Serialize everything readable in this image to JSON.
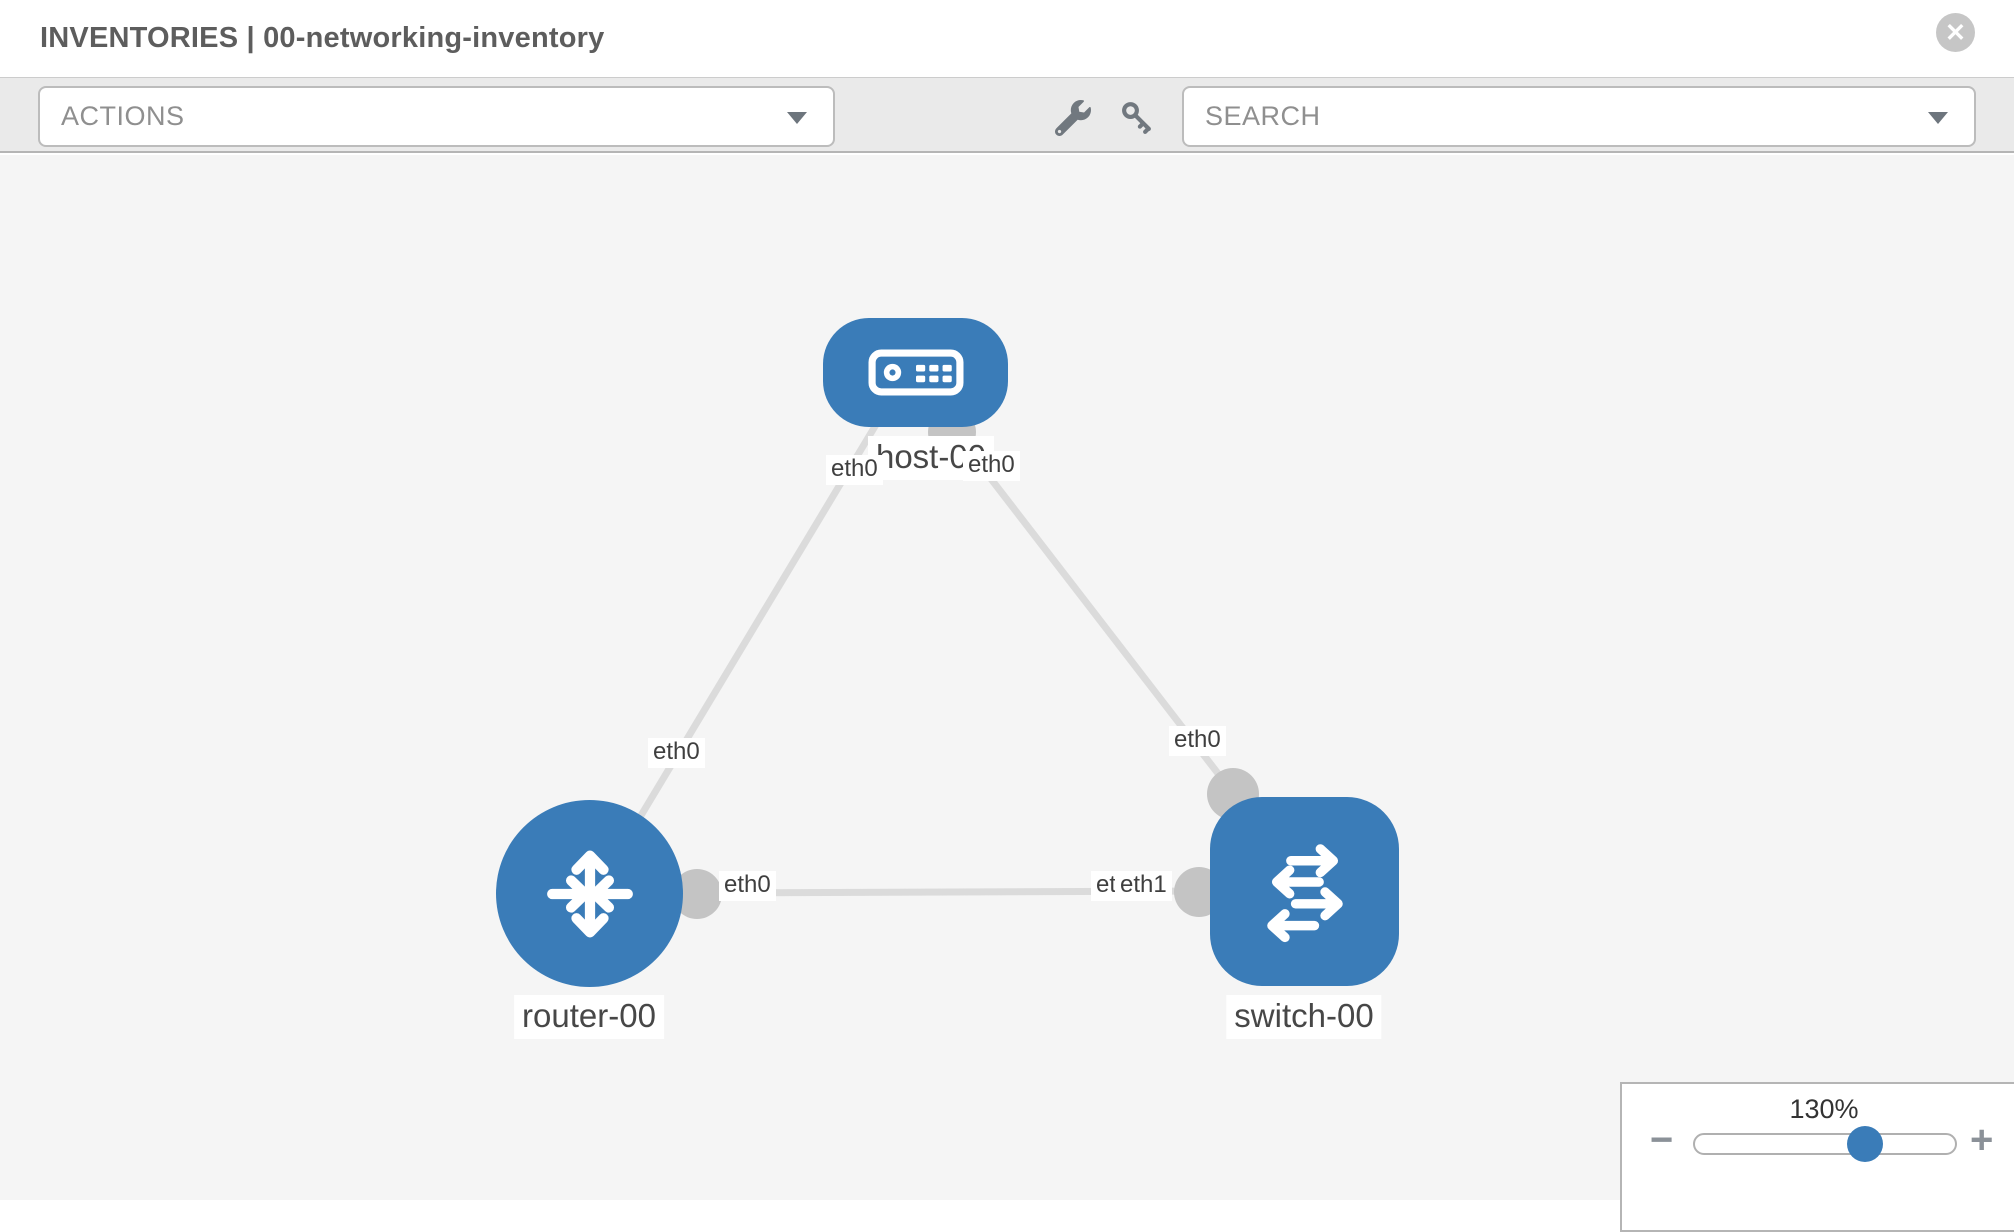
{
  "header": {
    "title": "INVENTORIES | 00-networking-inventory"
  },
  "toolbar": {
    "actions_label": "ACTIONS",
    "search_label": "SEARCH"
  },
  "topology": {
    "nodes": [
      {
        "id": "host-00",
        "label": "host-00",
        "type": "host",
        "shape": "rounded-rect"
      },
      {
        "id": "router-00",
        "label": "router-00",
        "type": "router",
        "shape": "circle"
      },
      {
        "id": "switch-00",
        "label": "switch-00",
        "type": "switch",
        "shape": "rounded-square"
      }
    ],
    "links": [
      {
        "source": "host-00",
        "target": "router-00",
        "source_label": "eth0",
        "target_label": "eth0"
      },
      {
        "source": "host-00",
        "target": "switch-00",
        "source_label": "eth0",
        "target_label": "eth0"
      },
      {
        "source": "router-00",
        "target": "switch-00",
        "source_label": "eth0",
        "target_label": "eth1"
      }
    ],
    "overlapped_label": "eth0"
  },
  "zoom_control": {
    "value": "130%",
    "zoom_out_glyph": "−",
    "zoom_in_glyph": "+"
  },
  "icons": {
    "close_glyph": "✕"
  },
  "colors": {
    "node_blue": "#3a7cb8",
    "link_gray": "#dbdbdb",
    "interface_dot_gray": "#c4c4c4",
    "icon_gray": "#71787f",
    "toolbar_bg": "#eaeaea",
    "canvas_bg": "#f5f5f5"
  }
}
